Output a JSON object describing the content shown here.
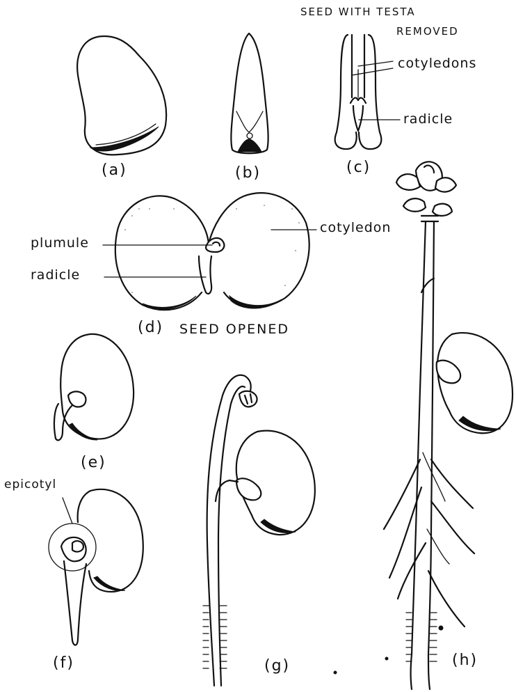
{
  "title": {
    "line1": "SEED WITH TESTA",
    "line2": "REMOVED"
  },
  "labels": {
    "cotyledons": "cotyledons",
    "radicle_c": "radicle",
    "plumule": "plumule",
    "radicle_d": "radicle",
    "cotyledon": "cotyledon",
    "epicotyl": "epicotyl"
  },
  "captions": {
    "a": "(a)",
    "b": "(b)",
    "c": "(c)",
    "d": "(d)",
    "d_text": "SEED OPENED",
    "e": "(e)",
    "f": "(f)",
    "g": "(g)",
    "h": "(h)"
  }
}
